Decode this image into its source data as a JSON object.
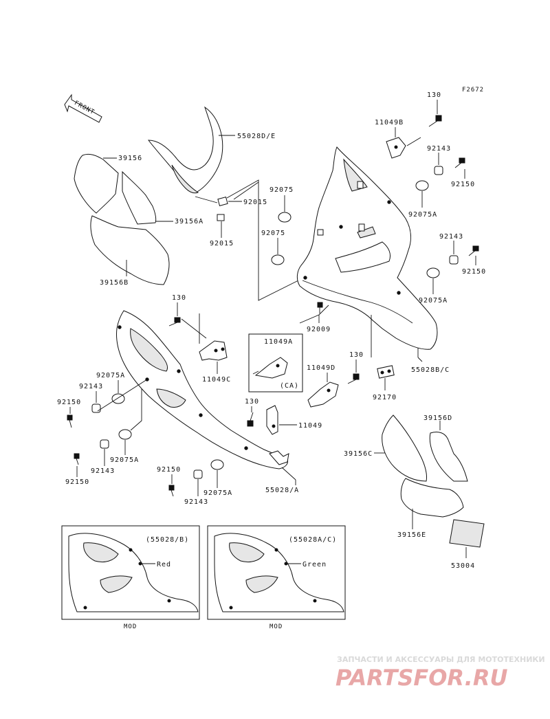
{
  "figure_code": "F2672",
  "front_arrow": "FRONT",
  "labels": {
    "l130_top": "130",
    "l11049B_top": "11049B",
    "l55028D": "55028D/E",
    "l92143_a": "92143",
    "l92150_a": "92150",
    "l39156": "39156",
    "l92075_a": "92075",
    "l92075A_a": "92075A",
    "l39156A": "39156A",
    "l92015_a": "92015",
    "l92015_b": "92015",
    "l92075_b": "92075",
    "l92143_b": "92143",
    "l92150_b": "92150",
    "l39156B": "39156B",
    "l92075A_b": "92075A",
    "l130_mid": "130",
    "l92009": "92009",
    "l55028BC": "55028B/C",
    "l11049A": "11049A",
    "l11049A_ca": "(CA)",
    "l11049C": "11049C",
    "l11049D": "11049D",
    "l130_right": "130",
    "l92170": "92170",
    "l92075A_c": "92075A",
    "l92143_c": "92143",
    "l92150_c": "92150",
    "l130_low": "130",
    "l11049": "11049",
    "l39156D": "39156D",
    "l39156C": "39156C",
    "l92075A_d": "92075A",
    "l92143_d": "92143",
    "l92150_d": "92150",
    "l92150_e": "92150",
    "l92075A_e": "92075A",
    "l92143_e": "92143",
    "l55028A": "55028/A",
    "l39156E": "39156E",
    "l53004": "53004"
  },
  "insets": [
    {
      "ref": "(55028/B)",
      "color_name": "Red",
      "caption": "MOD"
    },
    {
      "ref": "(55028A/C)",
      "color_name": "Green",
      "caption": "MOD"
    }
  ],
  "watermark": {
    "tagline": "ЗАПЧАСТИ И АКСЕССУАРЫ ДЛЯ МОТОТЕХНИКИ",
    "logo": "PARTSFOR.RU",
    "color": "#e8a7a7"
  }
}
